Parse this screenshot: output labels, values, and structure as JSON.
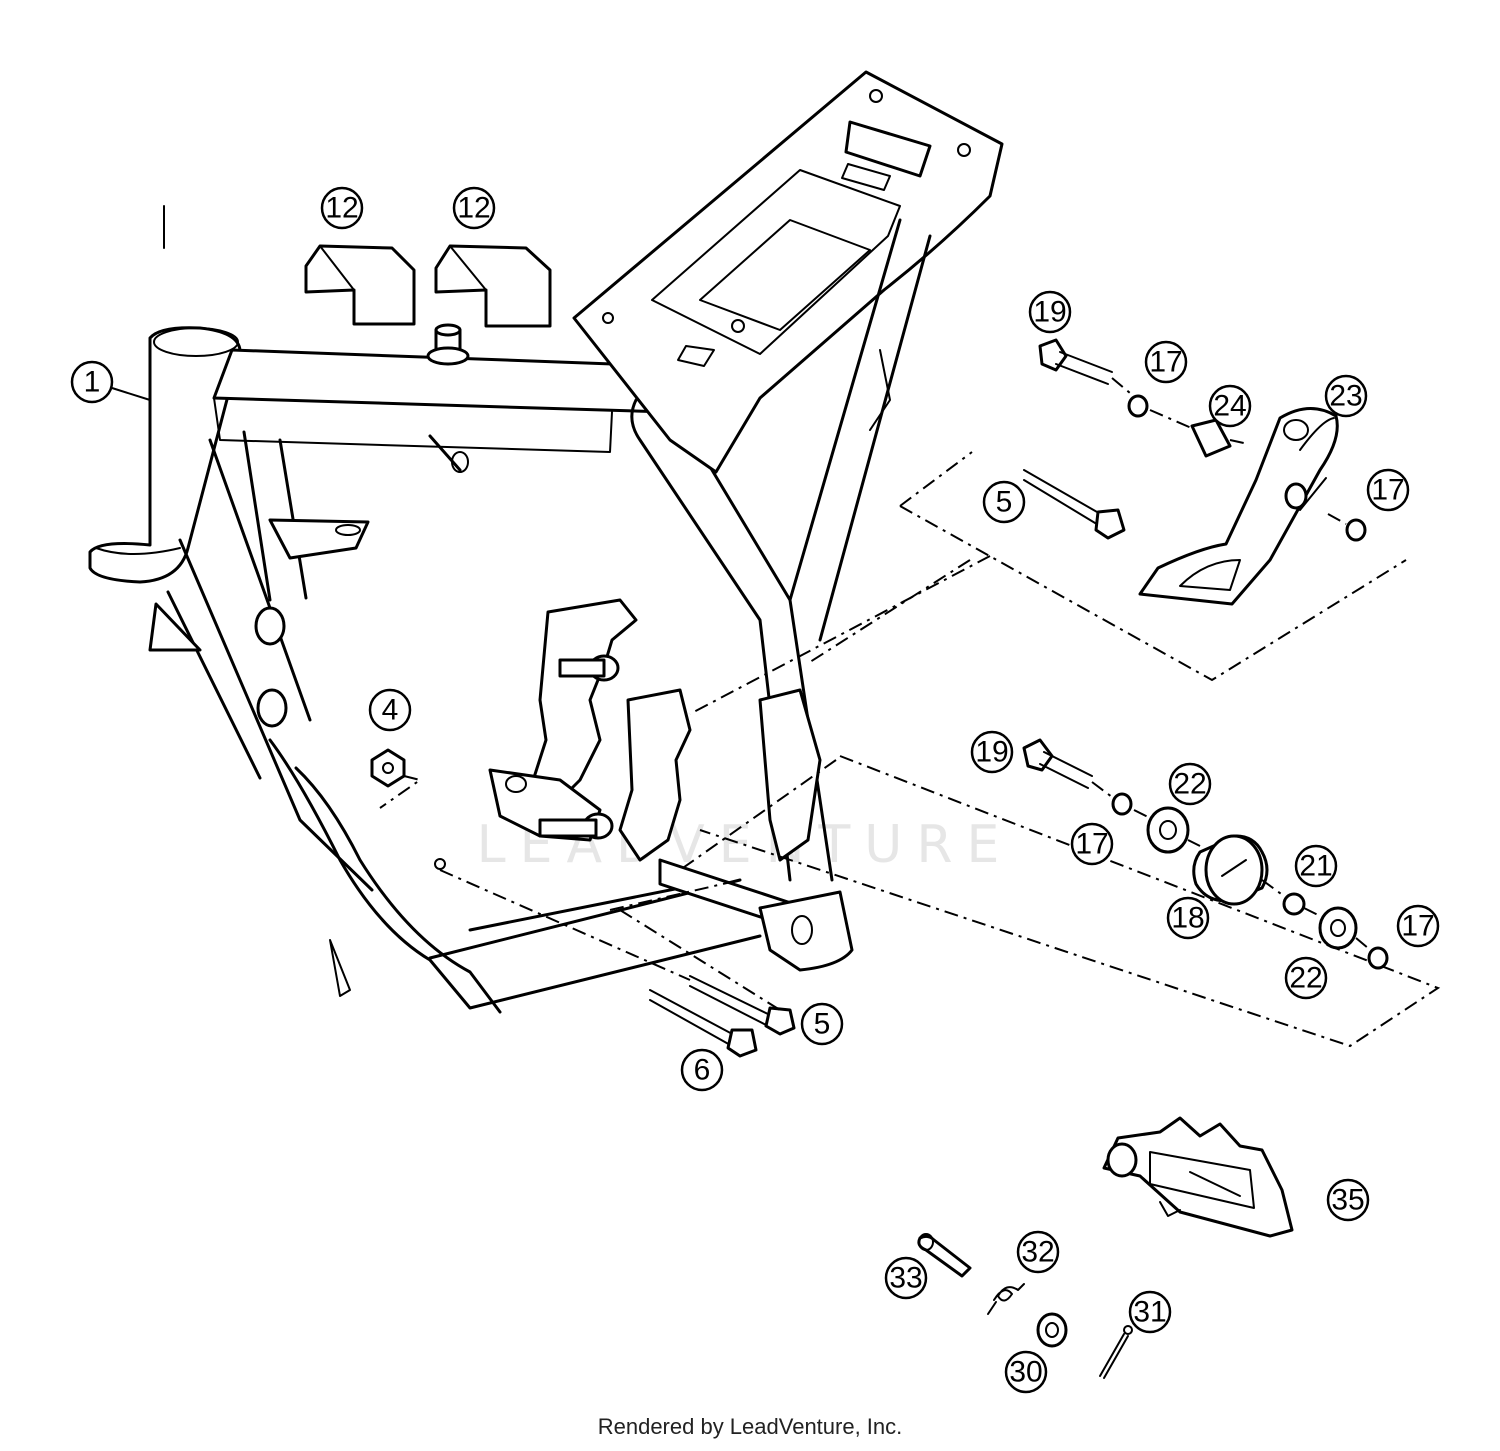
{
  "watermark": "LEADVENTURE",
  "footer": "Rendered by LeadVenture, Inc.",
  "callouts": [
    "1",
    "12",
    "12",
    "4",
    "5",
    "5",
    "6",
    "19",
    "17",
    "24",
    "23",
    "17",
    "19",
    "22",
    "17",
    "18",
    "21",
    "17",
    "22",
    "35",
    "33",
    "32",
    "31",
    "30"
  ]
}
